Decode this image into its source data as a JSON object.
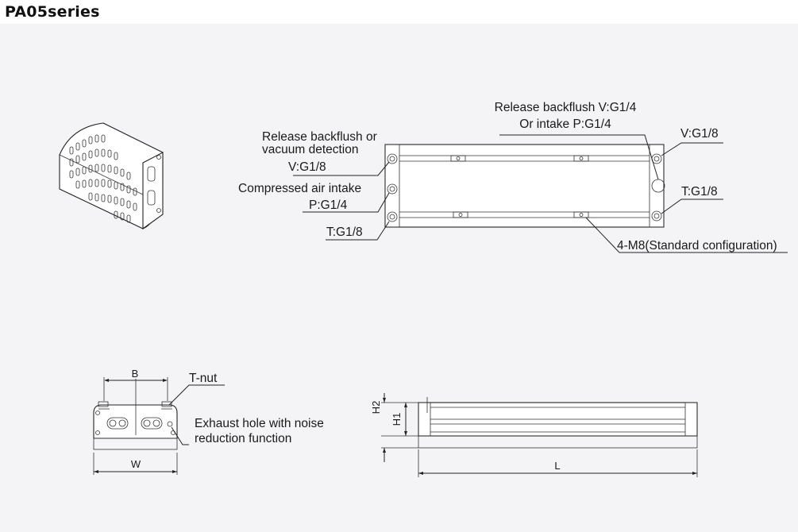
{
  "title": "PA05series",
  "top_view": {
    "label_release_v_right": "Release backflush V:G1/4",
    "label_or_intake": "Or intake P:G1/4",
    "label_v_g18_right": "V:G1/8",
    "label_release_left_1": "Release backflush or",
    "label_release_left_2": "vacuum detection",
    "label_v_g18_left": "V:G1/8",
    "label_compressed": "Compressed air intake",
    "label_p_g14": "P:G1/4",
    "label_t_g18_left": "T:G1/8",
    "label_t_g18_right": "T:G1/8",
    "label_mounting": "4-M8(Standard configuration)"
  },
  "end_view": {
    "dim_b": "B",
    "dim_w": "W",
    "label_tnut": "T-nut",
    "label_exhaust_1": "Exhaust hole with noise",
    "label_exhaust_2": "reduction function"
  },
  "side_view": {
    "dim_h2": "H2",
    "dim_h1": "H1",
    "dim_l": "L"
  }
}
